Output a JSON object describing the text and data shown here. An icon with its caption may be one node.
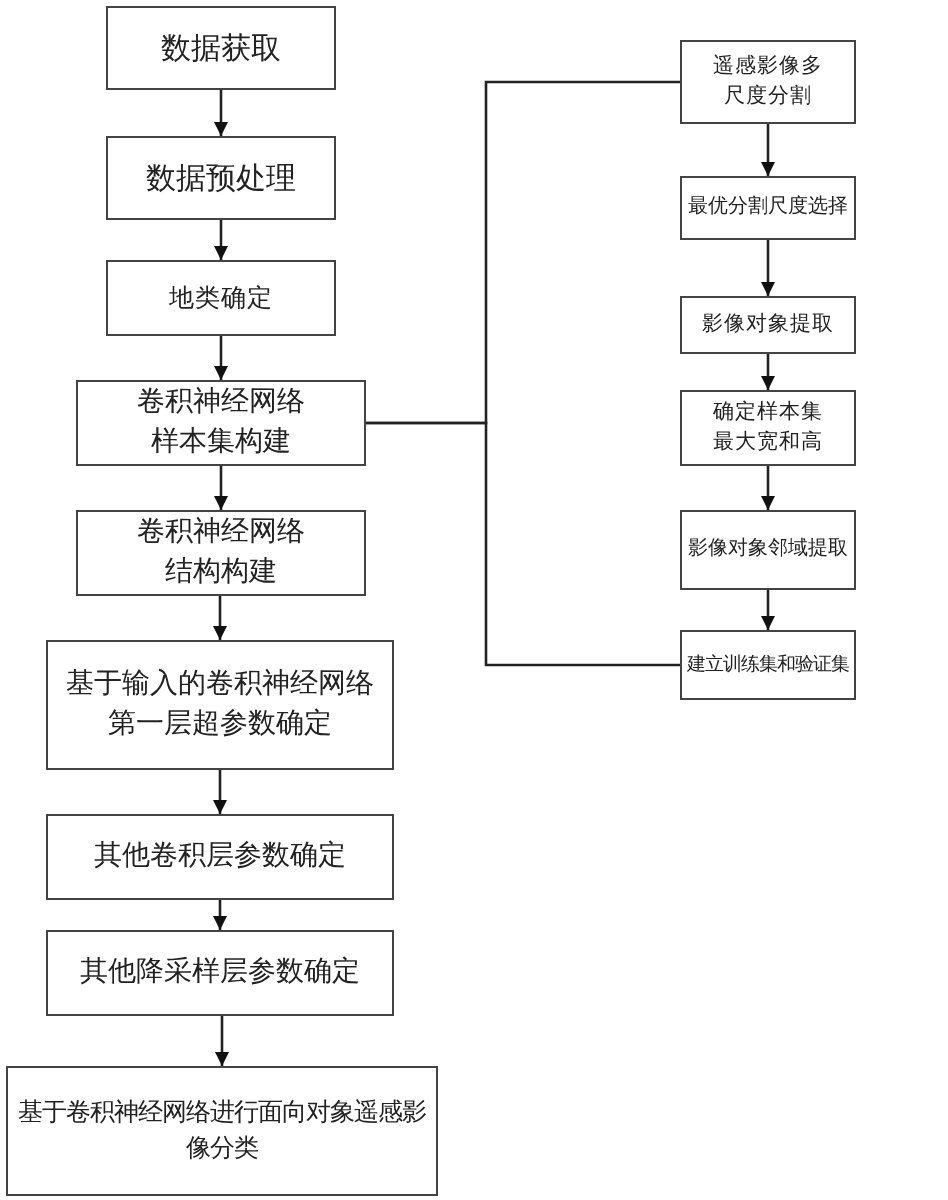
{
  "diagram": {
    "nodes": [
      {
        "text": [
          "数据获取"
        ]
      },
      {
        "text": [
          "数据预处理"
        ]
      },
      {
        "text": [
          "地类确定"
        ]
      },
      {
        "text": [
          "卷积神经网络样本集构建"
        ]
      },
      {
        "text": [
          "卷积神经网络结构构建"
        ]
      },
      {
        "text": [
          "基于输入的卷积神经网络第一层超参数确定"
        ]
      },
      {
        "text": [
          "其他卷积层参数确定"
        ]
      },
      {
        "text": [
          "其他降采样层参数确定"
        ]
      },
      {
        "text": [
          "基于卷积神经网络进行面向对象遥感影像分类"
        ]
      },
      {
        "text": [
          "遥感影像多尺度分割"
        ]
      },
      {
        "text": [
          "最优分割尺度选择"
        ]
      },
      {
        "text": [
          "影像对象提取"
        ]
      },
      {
        "text": [
          "确定样本集最大宽和高"
        ]
      },
      {
        "text": [
          "影像对象邻域提取"
        ]
      },
      {
        "text": [
          "建立训练集和验证集"
        ]
      }
    ],
    "edges": [
      {
        "from": 0,
        "to": 1,
        "arrow": "to"
      },
      {
        "from": 1,
        "to": 2,
        "arrow": "to"
      },
      {
        "from": 2,
        "to": 3,
        "arrow": "to"
      },
      {
        "from": 3,
        "to": 4,
        "arrow": "to"
      },
      {
        "from": 4,
        "to": 5,
        "arrow": "to"
      },
      {
        "from": 5,
        "to": 6,
        "arrow": "to"
      },
      {
        "from": 6,
        "to": 7,
        "arrow": "to"
      },
      {
        "from": 7,
        "to": 8,
        "arrow": "to"
      },
      {
        "from": 9,
        "to": 10,
        "arrow": "to"
      },
      {
        "from": 10,
        "to": 11,
        "arrow": "to"
      },
      {
        "from": 11,
        "to": 12,
        "arrow": "to"
      },
      {
        "from": 12,
        "to": 13,
        "arrow": "to"
      },
      {
        "from": 13,
        "to": 14,
        "arrow": "to"
      },
      {
        "from": 3,
        "to": 9,
        "arrow": "none"
      },
      {
        "from": 3,
        "to": 14,
        "arrow": "none"
      }
    ]
  }
}
